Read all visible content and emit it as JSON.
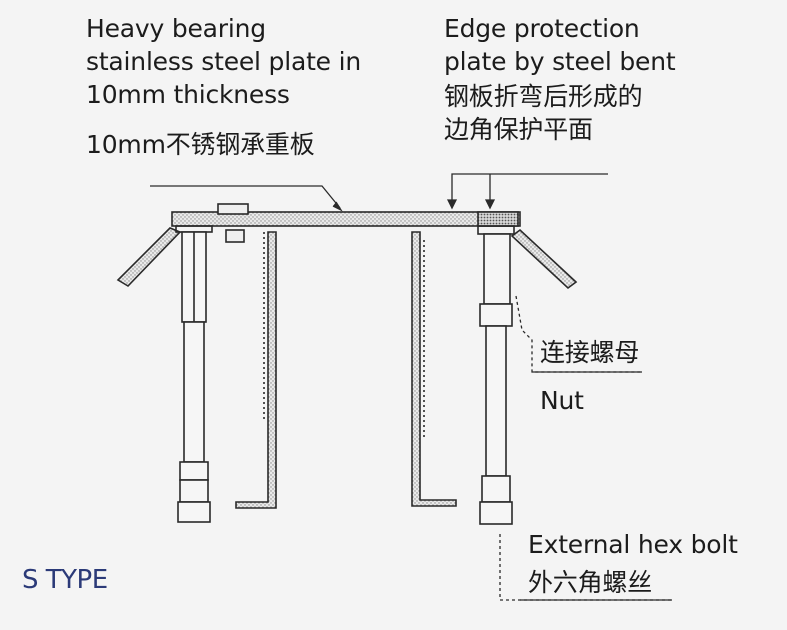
{
  "labels": {
    "heavy_plate_en": [
      "Heavy bearing",
      "stainless steel plate in",
      "10mm thickness"
    ],
    "heavy_plate_cn": "10mm不锈钢承重板",
    "edge_en": [
      "Edge protection",
      "plate by steel bent"
    ],
    "edge_cn": [
      "钢板折弯后形成的",
      "边角保护平面"
    ],
    "nut_cn": "连接螺母",
    "nut_en": "Nut",
    "bolt_en": "External hex bolt",
    "bolt_cn": "外六角螺丝"
  },
  "title": "S TYPE",
  "colors": {
    "line": "#2a2a2a",
    "title": "#2b3a78",
    "background": "#f4f4f4"
  }
}
